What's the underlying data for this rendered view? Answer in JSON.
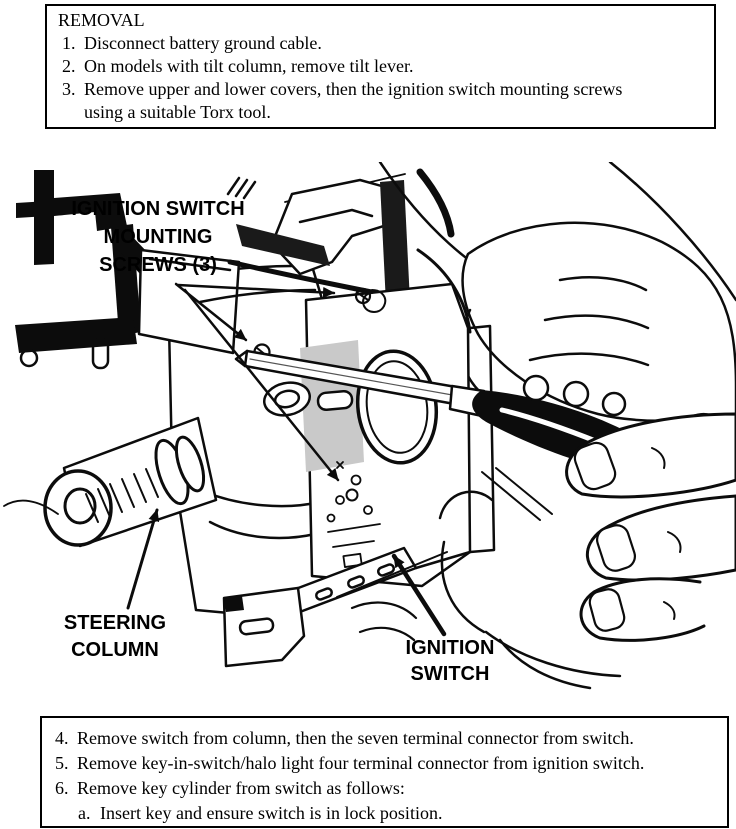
{
  "colors": {
    "ink": "#000000",
    "paper": "#ffffff"
  },
  "removal_box": {
    "title": "REMOVAL",
    "steps": [
      {
        "num": "1.",
        "text": "Disconnect battery ground cable."
      },
      {
        "num": "2.",
        "text": "On models with tilt column, remove tilt lever."
      },
      {
        "num": "3.",
        "text": "Remove upper and lower covers, then the ignition switch mounting screws",
        "text2": "using a suitable Torx tool."
      }
    ]
  },
  "diagram": {
    "labels": {
      "mounting_screws": {
        "line1": "IGNITION SWITCH",
        "line2": "MOUNTING",
        "line3": "SCREWS (3)"
      },
      "steering_column": {
        "line1": "STEERING",
        "line2": "COLUMN"
      },
      "ignition_switch": {
        "line1": "IGNITION",
        "line2": "SWITCH"
      }
    }
  },
  "steps_box": {
    "steps": [
      {
        "num": "4.",
        "text": "Remove switch from column, then the seven terminal connector from switch."
      },
      {
        "num": "5.",
        "text": "Remove key-in-switch/halo light four terminal connector from ignition switch."
      },
      {
        "num": "6.",
        "text": "Remove key cylinder from switch as follows:"
      },
      {
        "num": "a.",
        "text": "Insert key and ensure switch is in lock position."
      }
    ]
  }
}
